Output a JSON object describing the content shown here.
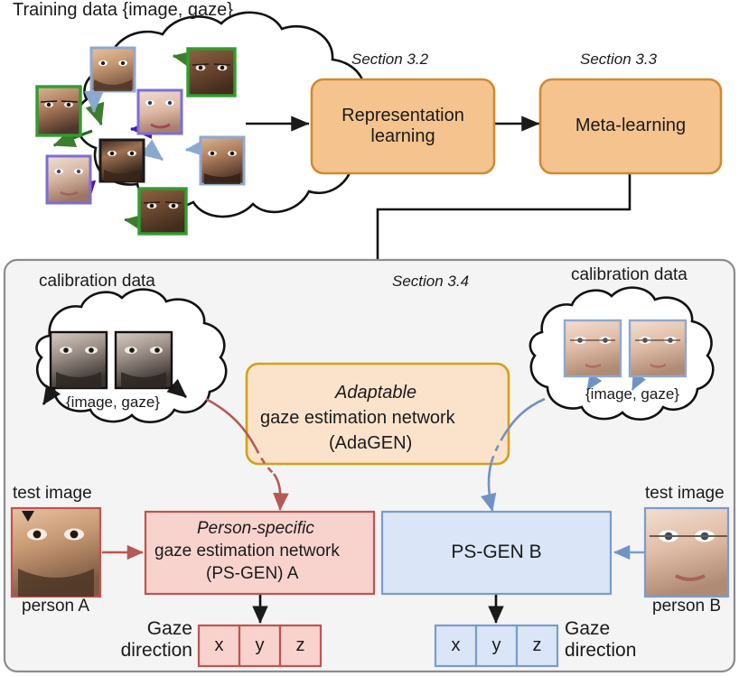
{
  "figure": {
    "title_top": "Training data {image, gaze}",
    "colors": {
      "orange_fill": "#f5c48e",
      "orange_stroke": "#cf8b33",
      "adagen_fill": "#fbe3cb",
      "adagen_stroke": "#d4a017",
      "pink_fill": "#f8d3ce",
      "pink_stroke": "#c1534f",
      "blue_fill": "#dae6f7",
      "blue_stroke": "#7a9ccb",
      "panel_fill": "#f4f4f4",
      "panel_stroke": "#9a9a9a",
      "arrow_black": "#1a1a1a"
    }
  },
  "top_section": {
    "cloud_label": "Training data {image, gaze}",
    "section_1_caption": "Section 3.2",
    "section_2_caption": "Section 3.3",
    "box_representation": "Representation\nlearning",
    "box_meta": "Meta-learning"
  },
  "panel": {
    "section_caption": "Section 3.4",
    "left_cloud": {
      "title": "calibration data",
      "pair_label": "{image, gaze}"
    },
    "right_cloud": {
      "title": "calibration data",
      "pair_label": "{image, gaze}"
    },
    "adagen_box": {
      "line1": "Adaptable",
      "line2": "gaze estimation network",
      "line3": "(AdaGEN)"
    },
    "left_branch": {
      "test_image_label": "test image",
      "person_label": "person A",
      "network_line1": "Person-specific",
      "network_line2": "gaze estimation network",
      "network_line3": "(PS-GEN) A",
      "gaze_direction_label": "Gaze\ndirection",
      "vector_components": [
        "x",
        "y",
        "z"
      ]
    },
    "right_branch": {
      "test_image_label": "test image",
      "person_label": "person B",
      "network_label": "PS-GEN B",
      "gaze_direction_label": "Gaze\ndirection",
      "vector_components": [
        "x",
        "y",
        "z"
      ]
    }
  }
}
